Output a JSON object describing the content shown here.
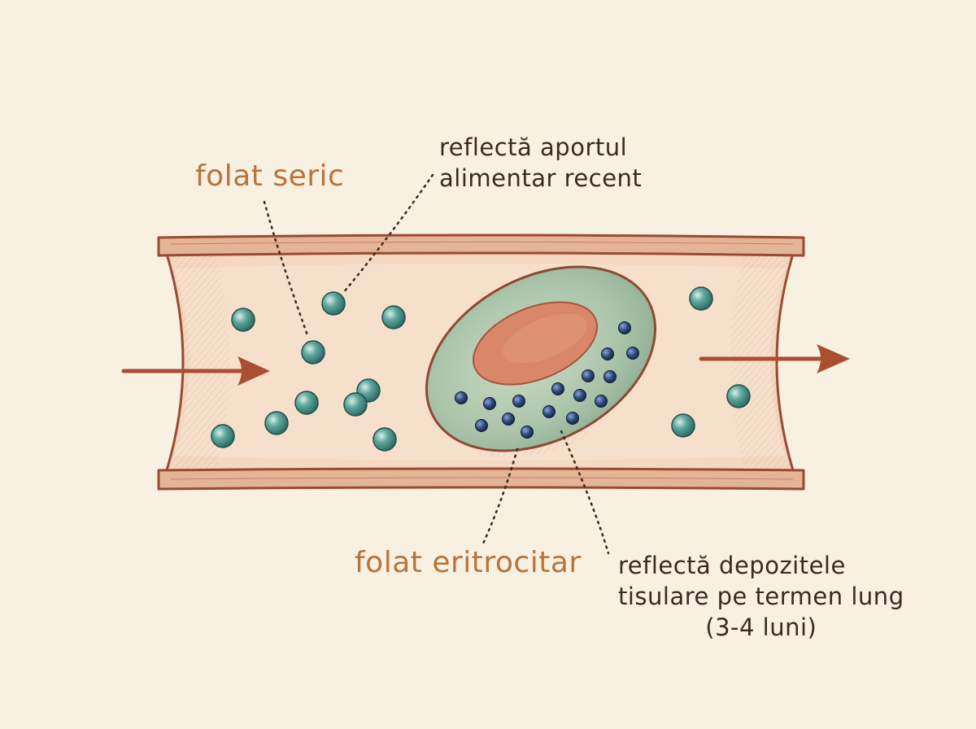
{
  "labels": {
    "serum_folate": "folat seric",
    "serum_note": [
      "reflectă aportul",
      "alimentar recent"
    ],
    "rbc_folate": "folat eritrocitar",
    "rbc_note": [
      "reflectă depozitele",
      "tisulare pe termen lung",
      "(3-4 luni)"
    ]
  },
  "colors": {
    "background": "#f8f0e1",
    "vessel_wall": "#e4b497",
    "vessel_outline": "#9a4a31",
    "vessel_lumen": "#f4d8c0",
    "arrow": "#a84e31",
    "serum_particle": "#4f9a90",
    "red_cell": "#a9c3a9",
    "nucleus": "#d9866a",
    "rbc_particle": "#2d4a7a",
    "orange_label": "#b8743a",
    "dark_label": "#3b2a22"
  },
  "icons": {
    "flow_in": "arrow-right-icon",
    "flow_out": "arrow-right-icon",
    "serum_particle": "circle-teal-icon",
    "rbc_particle": "circle-navy-icon"
  }
}
